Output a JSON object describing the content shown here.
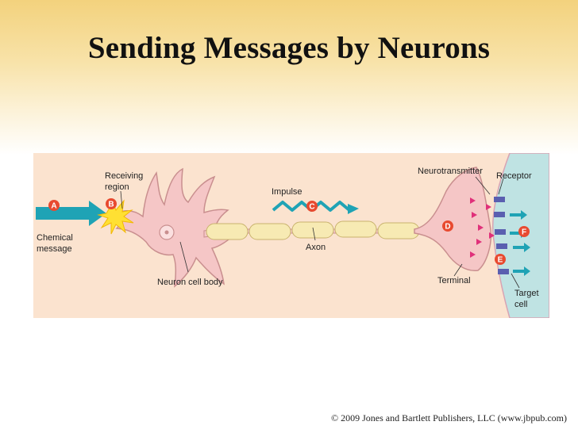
{
  "slide": {
    "title": "Sending Messages by Neurons",
    "footer": "© 2009 Jones and Bartlett Publishers, LLC (www.jbpub.com)"
  },
  "diagram": {
    "labels": {
      "chemical_message": [
        "Chemical",
        "message"
      ],
      "receiving_region": [
        "Receiving",
        "region"
      ],
      "neuron_cell_body": "Neuron cell body",
      "impulse": "Impulse",
      "axon": "Axon",
      "neurotransmitter": "Neurotransmitter",
      "receptor": "Receptor",
      "terminal": "Terminal",
      "target_cell": [
        "Target",
        "cell"
      ]
    },
    "markers": {
      "a": "A",
      "b": "B",
      "c": "C",
      "d": "D",
      "e": "E",
      "f": "F"
    },
    "colors": {
      "panel": "#fbe3cf",
      "target_cell": "#bfe3e3",
      "neuron": "#f5c6c6",
      "neuron_outline": "#c98f8f",
      "myelin": "#f7eab3",
      "arrow": "#1fa3b5",
      "marker": "#e84a30",
      "neurotransmitter": "#e0307a",
      "receptor": "#5a5fb0",
      "spark": "#ffe033"
    }
  }
}
